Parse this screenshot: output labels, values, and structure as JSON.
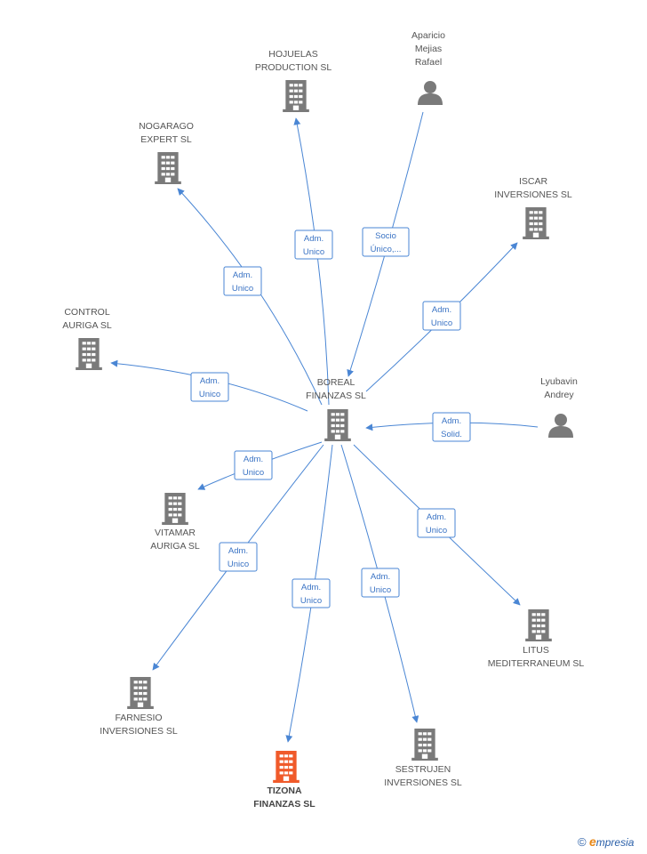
{
  "colors": {
    "edge": "#4a86d4",
    "node": "#7a7a7a",
    "highlight": "#f05a2a"
  },
  "nodes": {
    "boreal": {
      "type": "company",
      "lines": [
        "BOREAL",
        "FINANZAS SL"
      ]
    },
    "hojuelas": {
      "type": "company",
      "lines": [
        "HOJUELAS",
        "PRODUCTION SL"
      ]
    },
    "aparicio": {
      "type": "person",
      "lines": [
        "Aparicio",
        "Mejias",
        "Rafael"
      ]
    },
    "nogarago": {
      "type": "company",
      "lines": [
        "NOGARAGO",
        "EXPERT  SL"
      ]
    },
    "iscar": {
      "type": "company",
      "lines": [
        "ISCAR",
        "INVERSIONES SL"
      ]
    },
    "control": {
      "type": "company",
      "lines": [
        "CONTROL",
        "AURIGA SL"
      ]
    },
    "lyubavin": {
      "type": "person",
      "lines": [
        "Lyubavin",
        "Andrey"
      ]
    },
    "vitamar": {
      "type": "company",
      "lines": [
        "VITAMAR",
        "AURIGA SL"
      ]
    },
    "litus": {
      "type": "company",
      "lines": [
        "LITUS",
        "MEDITERRANEUM SL"
      ]
    },
    "farnesio": {
      "type": "company",
      "lines": [
        "FARNESIO",
        "INVERSIONES SL"
      ]
    },
    "tizona": {
      "type": "company",
      "highlight": true,
      "lines": [
        "TIZONA",
        "FINANZAS SL"
      ]
    },
    "sestrujen": {
      "type": "company",
      "lines": [
        "SESTRUJEN",
        "INVERSIONES SL"
      ]
    }
  },
  "edges": [
    {
      "from": "boreal",
      "to": "hojuelas",
      "label": [
        "Adm.",
        "Unico"
      ]
    },
    {
      "from": "aparicio",
      "to": "boreal",
      "label": [
        "Socio",
        "Único,..."
      ]
    },
    {
      "from": "boreal",
      "to": "nogarago",
      "label": [
        "Adm.",
        "Unico"
      ]
    },
    {
      "from": "boreal",
      "to": "iscar",
      "label": [
        "Adm.",
        "Unico"
      ]
    },
    {
      "from": "boreal",
      "to": "control",
      "label": [
        "Adm.",
        "Unico"
      ]
    },
    {
      "from": "lyubavin",
      "to": "boreal",
      "label": [
        "Adm.",
        "Solid."
      ]
    },
    {
      "from": "boreal",
      "to": "vitamar",
      "label": [
        "Adm.",
        "Unico"
      ]
    },
    {
      "from": "boreal",
      "to": "litus",
      "label": [
        "Adm.",
        "Unico"
      ]
    },
    {
      "from": "boreal",
      "to": "farnesio",
      "label": [
        "Adm.",
        "Unico"
      ]
    },
    {
      "from": "boreal",
      "to": "tizona",
      "label": [
        "Adm.",
        "Unico"
      ]
    },
    {
      "from": "boreal",
      "to": "sestrujen",
      "label": [
        "Adm.",
        "Unico"
      ]
    }
  ],
  "brand": {
    "copyright": "©",
    "name_initial": "e",
    "name_rest": "mpresia"
  }
}
